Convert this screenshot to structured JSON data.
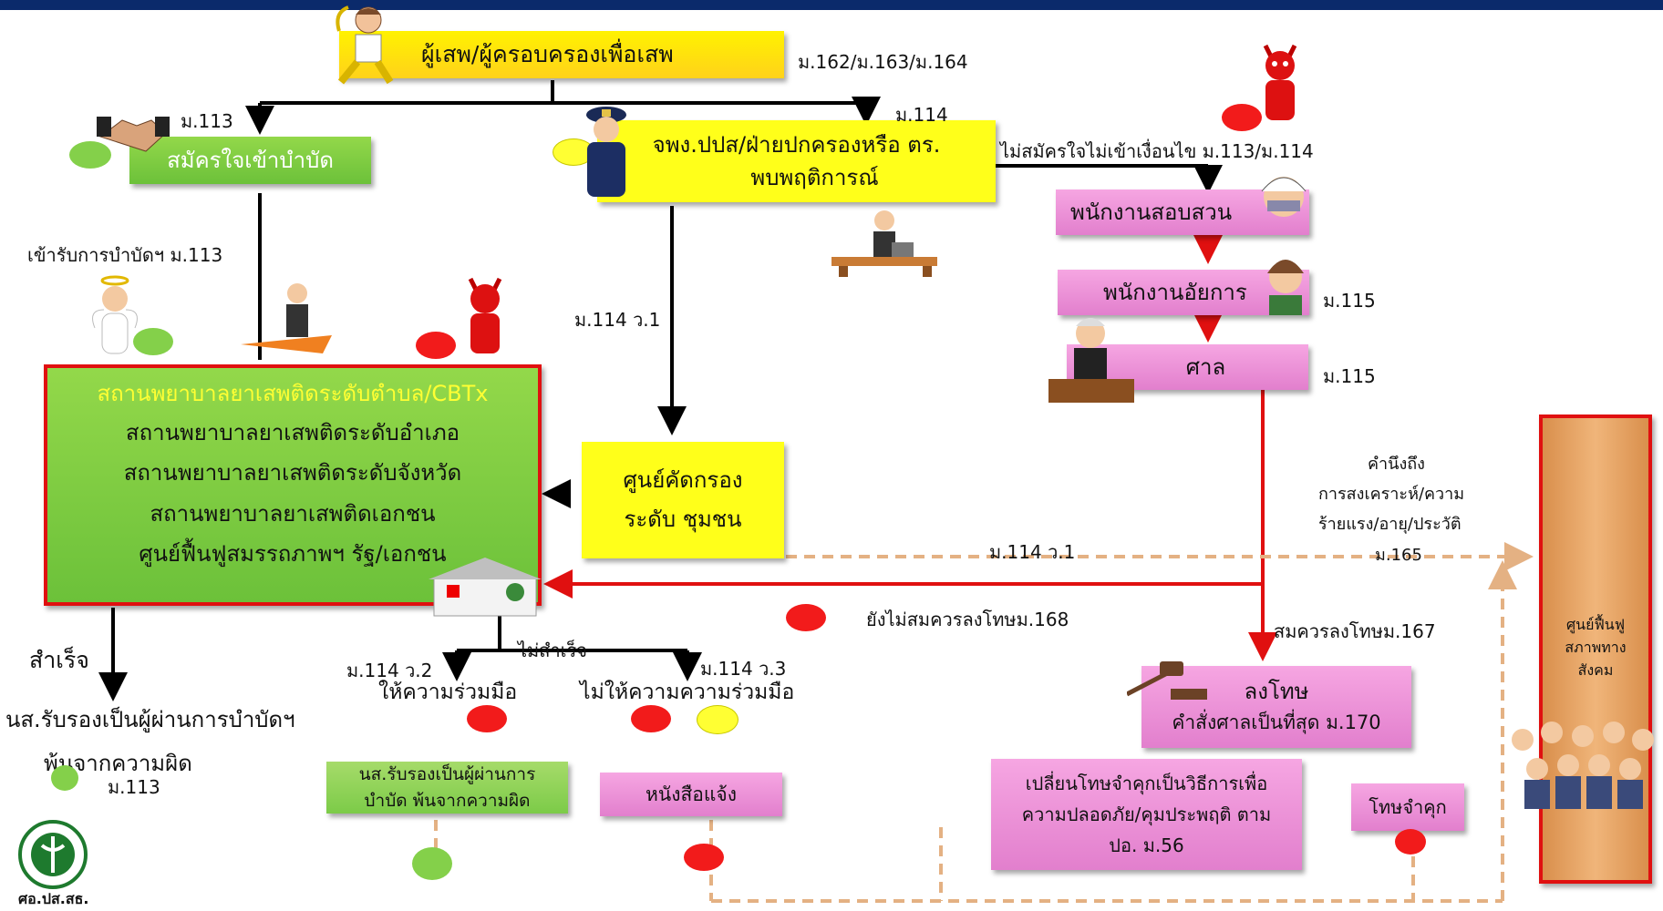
{
  "nodes": {
    "addict": "ผู้เสพ/ผู้ครอบครองเพื่อเสพ",
    "voluntary": "สมัครใจเข้าบำบัด",
    "officer_line1": "จพง.ปปส/ฝ่ายปกครองหรือ ตร.",
    "officer_line2": "พบพฤติการณ์",
    "investigator": "พนักงานสอบสวน",
    "prosecutor": "พนักงานอัยการ",
    "court": "ศาล",
    "screening_line1": "ศูนย์คัดกรอง",
    "screening_line2": "ระดับ ชุมชน",
    "clinic_lines": [
      "สถานพยาบาลยาเสพติดระดับตำบล/CBTx",
      "สถานพยาบาลยาเสพติดระดับอำเภอ",
      "สถานพยาบาลยาเสพติดระดับจังหวัด",
      "สถานพยาบาลยาเสพติดเอกชน",
      "ศูนย์ฟื้นฟูสมรรถภาพฯ รัฐ/เอกชน"
    ],
    "certified_line1": "นส.รับรองเป็นผู้ผ่านการ",
    "certified_line2": "บำบัด พ้นจากความผิด",
    "notice": "หนังสือแจ้ง",
    "punish_line1": "ลงโทษ",
    "punish_line2": "คำสั่งศาลเป็นที่สุด ม.170",
    "convert_line1": "เปลี่ยนโทษจำคุกเป็นวิธีการเพื่อ",
    "convert_line2": "ความปลอดภัย/คุมประพฤติ ตาม",
    "convert_line3": "ปอ. ม.56",
    "prison": "โทษจำคุก",
    "rehab_line1": "ศูนย์ฟื้นฟู",
    "rehab_line2": "สภาพทาง",
    "rehab_line3": "สังคม"
  },
  "labels": {
    "law_162": "ม.162/ม.163/ม.164",
    "m113_top": "ม.113",
    "m114_top": "ม.114",
    "not_voluntary": "ไม่สมัครใจไม่เข้าเงื่อนไข ม.113/ม.114",
    "enter_treatment": "เข้ารับการบำบัดฯ ม.113",
    "m114_w1_center": "ม.114 ว.1",
    "m115_a": "ม.115",
    "m115_b": "ม.115",
    "consider_1": "คำนึงถึง",
    "consider_2": "การสงเคราะห์/ความ",
    "consider_3": "ร้ายแรง/อายุ/ประวัติ",
    "consider_4": "ม.165",
    "m114_w1_right": "ม.114 ว.1",
    "not_yet_punish": "ยังไม่สมควรลงโทษม.168",
    "should_punish": "สมควรลงโทษม.167",
    "success": "สำเร็จ",
    "success_cert_1": "นส.รับรองเป็นผู้ผ่านการบำบัดฯ",
    "success_cert_2": "พ้นจากความผิด",
    "m113_bottom": "ม.113",
    "not_success": "ไม่สำเร็จ",
    "m114_w2": "ม.114 ว.2",
    "cooperate": "ให้ความร่วมมือ",
    "m114_w3": "ม.114 ว.3",
    "not_cooperate": "ไม่ให้ความความร่วมมือ",
    "logo_caption": "ศอ.ปส.สธ."
  },
  "colors": {
    "yellow_box": "#ffff1a",
    "green_box": "#6cc13a",
    "pink_box": "#e27fcd",
    "orange_panel": "#e8a563",
    "red_line": "#e01010",
    "dashed_line": "#e4b183",
    "top_bar": "#0b2a6b"
  },
  "icons": [
    "addict-character-icon",
    "handshake-icon",
    "police-officer-icon",
    "devil-icon",
    "angel-icon",
    "investigator-icon",
    "lawyer-icon",
    "judge-icon",
    "gavel-icon",
    "hospital-icon",
    "office-worker-icon",
    "crowd-icon",
    "ministry-logo-icon"
  ]
}
